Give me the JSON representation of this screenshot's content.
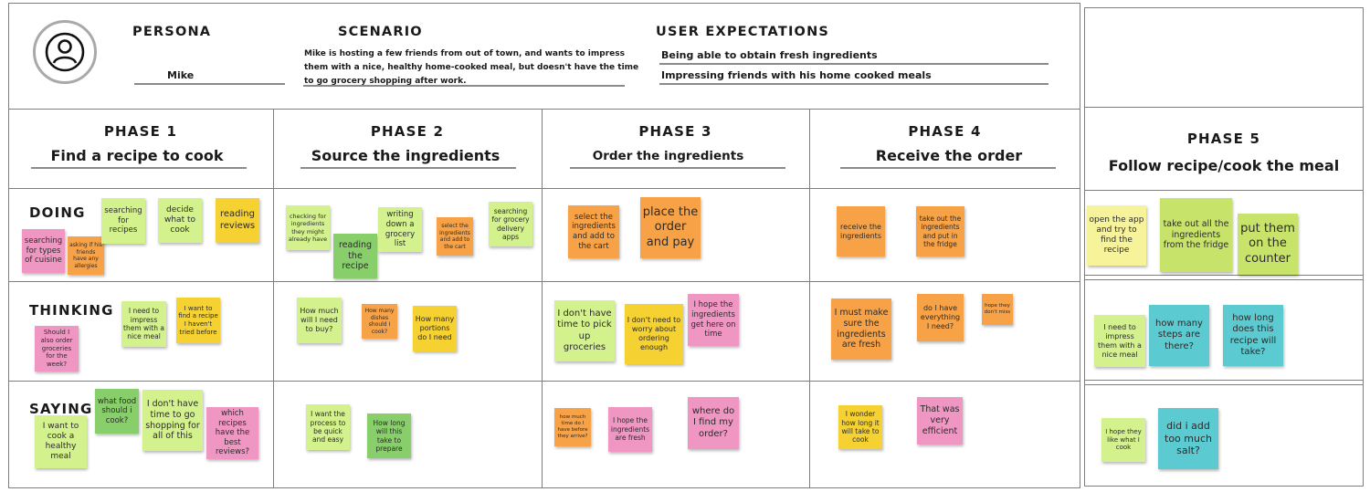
{
  "header": {
    "persona_label": "PERSONA",
    "persona_name": "Mike",
    "scenario_label": "SCENARIO",
    "scenario_text": "Mike is hosting a few friends from out of town, and wants to impress them with a nice, healthy home-cooked meal, but doesn't have the time to go grocery shopping after work.",
    "expectations_label": "USER EXPECTATIONS",
    "expectations": [
      "Being able to obtain fresh ingredients",
      "Impressing friends with his home cooked meals"
    ],
    "avatar_icon": "user-icon"
  },
  "phases": [
    {
      "num": "PHASE 1",
      "title": "Find a recipe to cook"
    },
    {
      "num": "PHASE 2",
      "title": "Source the ingredients"
    },
    {
      "num": "PHASE 3",
      "title": "Order the ingredients"
    },
    {
      "num": "PHASE 4",
      "title": "Receive the order"
    },
    {
      "num": "PHASE 5",
      "title": "Follow recipe/cook the meal"
    }
  ],
  "rows": [
    "DOING",
    "THINKING",
    "SAYING"
  ],
  "notes": {
    "p1_doing": [
      "searching for types of cuisine",
      "asking if his friends have any allergies",
      "searching for recipes",
      "decide what to cook",
      "reading reviews"
    ],
    "p2_doing": [
      "checking for ingredients they might already have",
      "reading the recipe",
      "writing down a grocery list",
      "select the ingredients and add to the cart",
      "searching for grocery delivery apps"
    ],
    "p3_doing": [
      "select the ingredients and add to the cart",
      "place the order and pay"
    ],
    "p4_doing": [
      "receive the ingredients",
      "take out the ingredients and put in the fridge"
    ],
    "p5_doing": [
      "open the app and try to find the recipe",
      "take out all the ingredients from the fridge",
      "put them on the counter"
    ],
    "p1_thinking": [
      "Should I also order groceries for the week?",
      "I need to impress them with a nice meal",
      "I want to find a recipe I haven't tried before"
    ],
    "p2_thinking": [
      "How much will I need to buy?",
      "How many dishes should I cook?",
      "How many portions do I need"
    ],
    "p3_thinking": [
      "I don't have time to pick up groceries",
      "I don't need to worry about ordering enough",
      "I hope the ingredients get here on time"
    ],
    "p4_thinking": [
      "I must make sure the ingredients are fresh",
      "do I have everything I need?",
      "hope they don't miss"
    ],
    "p5_thinking": [
      "I need to impress them with a nice meal",
      "how many steps are there?",
      "how long does this recipe will take?"
    ],
    "p1_saying": [
      "I want to cook a healthy meal",
      "what food should i cook?",
      "I don't have time to go shopping for all of this",
      "which recipes have the best reviews?"
    ],
    "p2_saying": [
      "I want the process to be quick and easy",
      "How long will this take to prepare"
    ],
    "p3_saying": [
      "how much time do I have before they arrive?",
      "I hope the ingredients are fresh",
      "where do I find my order?"
    ],
    "p4_saying": [
      "I wonder how long it will take to cook",
      "That was very efficient"
    ],
    "p5_saying": [
      "I hope they like what I cook",
      "did i add too much salt?"
    ]
  },
  "colors": {
    "yellow": "#f4e94a",
    "light_green": "#d3f18d",
    "green": "#88cf6c",
    "orange": "#f7a246",
    "pink": "#f096c3",
    "yellow_orange": "#f5d132",
    "teal": "#5ccad1",
    "grid": "#7f7f7f"
  }
}
